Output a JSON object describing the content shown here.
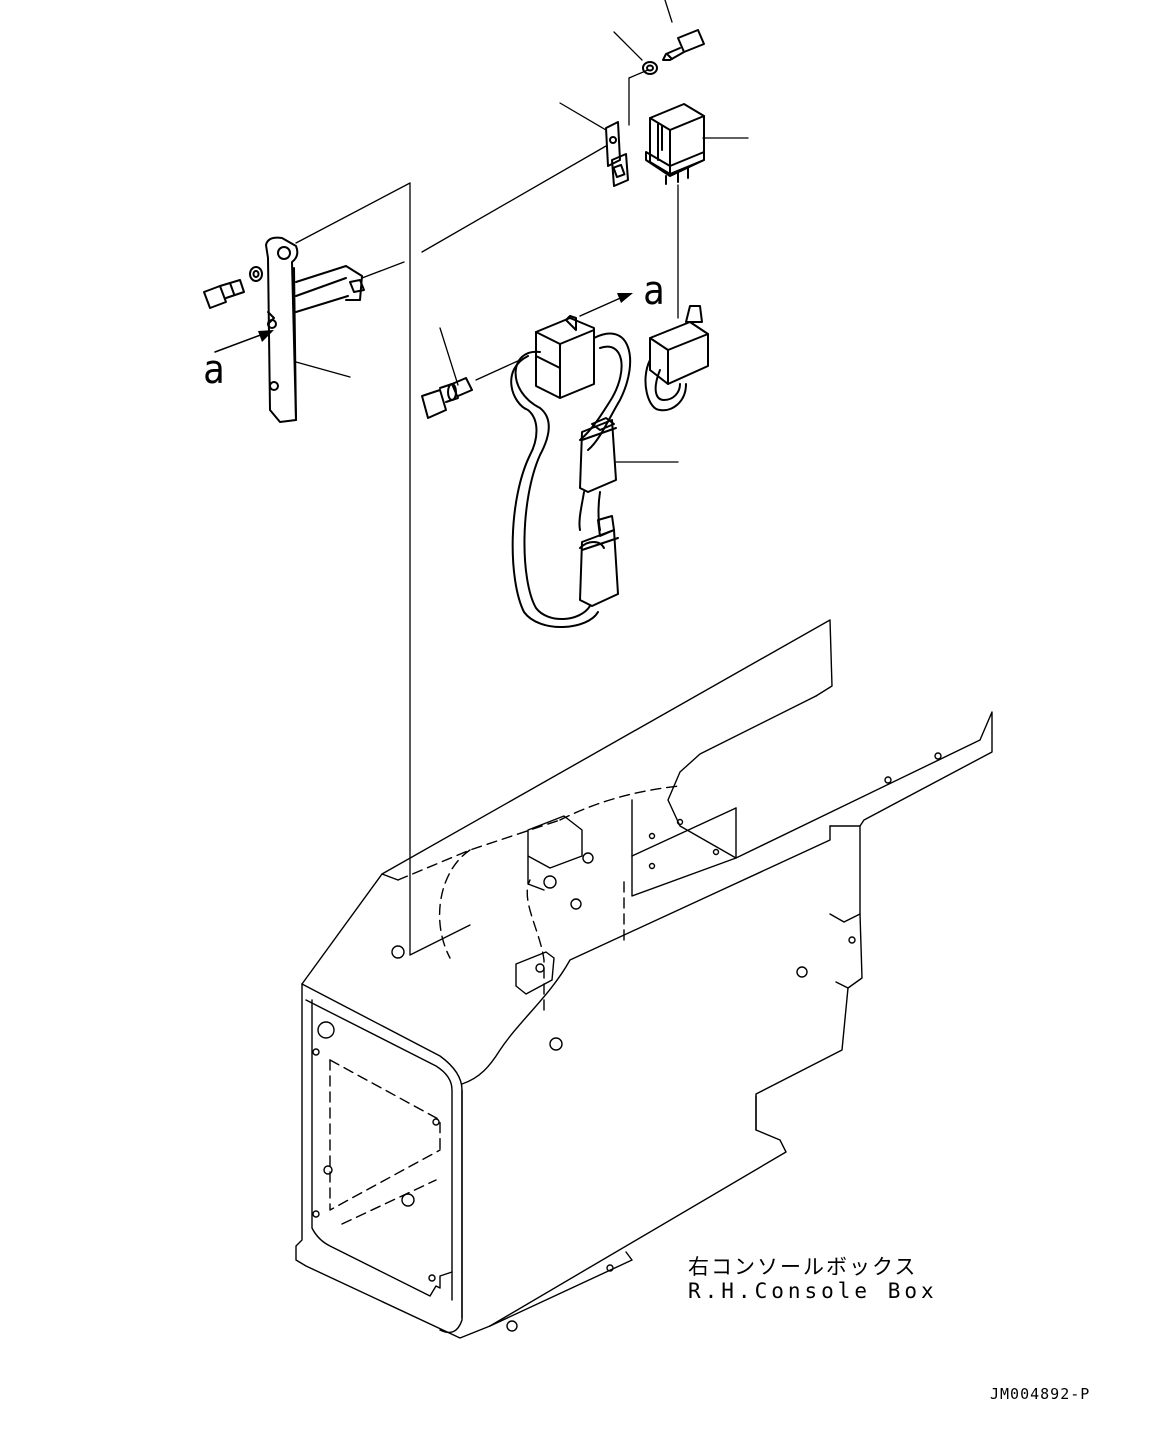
{
  "diagram": {
    "callout_letter_left": "a",
    "callout_letter_right": "a",
    "caption_jp": "右コンソールボックス",
    "caption_en": "R.H.Console Box",
    "drawing_number": "JM004892-P"
  },
  "colors": {
    "line": "#000000",
    "background": "#ffffff"
  }
}
